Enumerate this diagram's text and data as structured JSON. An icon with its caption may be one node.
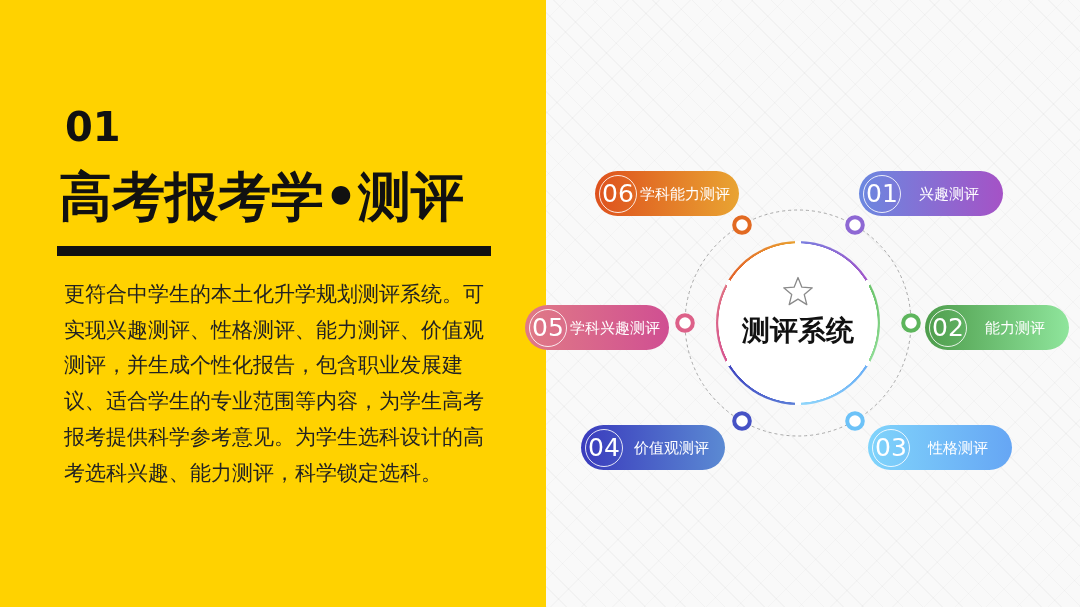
{
  "diagram": {
    "title": "高考报考学•测评",
    "nodes": [
      {
        "text": [
          "测评系统"
        ]
      },
      {
        "text": [
          "01",
          "兴趣测评"
        ]
      },
      {
        "text": [
          "02",
          "能力测评"
        ]
      },
      {
        "text": [
          "03",
          "性格测评"
        ]
      },
      {
        "text": [
          "04",
          "价值观测评"
        ]
      },
      {
        "text": [
          "05",
          "学科兴趣测评"
        ]
      },
      {
        "text": [
          "06",
          "学科能力测评"
        ]
      }
    ],
    "labels": [
      "01",
      "更符合中学生的本土化升学规划测评系统。可实现兴趣测评、性格测评、能力测评、价值观测评，并生成个性化报告，包含职业发展建议、适合学生的专业范围等内容，为学生高考报考提供科学参考意见。为学生选科设计的高考选科兴趣、能力测评，科学锁定选科。"
    ]
  }
}
